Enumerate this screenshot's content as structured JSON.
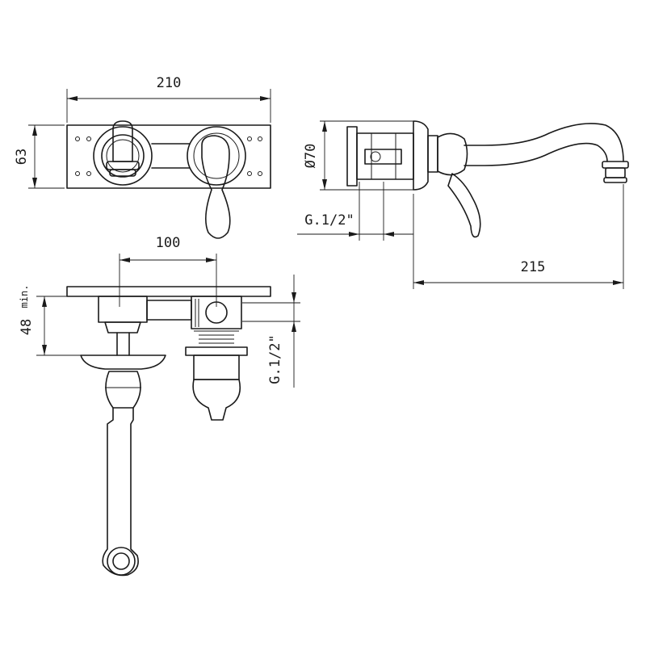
{
  "dimensions": {
    "width_plate": "210",
    "height_plate": "63",
    "diameter_rosette": "Ø70",
    "thread_side": "G.1/2\"",
    "spout_projection": "215",
    "center_distance": "100",
    "min_depth": "48",
    "min_label": "min.",
    "thread_top": "G.1/2\""
  }
}
